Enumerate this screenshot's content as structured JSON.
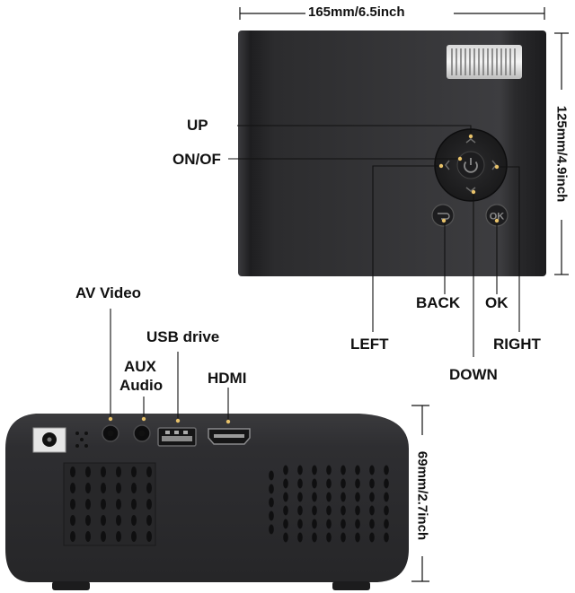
{
  "top_view": {
    "width_label": "165mm/6.5inch",
    "depth_label": "125mm/4.9inch",
    "buttons": {
      "up": "UP",
      "power": "ON/OF",
      "left": "LEFT",
      "down": "DOWN",
      "right": "RIGHT",
      "back": "BACK",
      "ok": "OK"
    }
  },
  "rear_view": {
    "height_label": "69mm/2.7inch",
    "ports": {
      "av_video": "AV Video",
      "aux_line1": "AUX",
      "aux_line2": "Audio",
      "usb": "USB drive",
      "hdmi": "HDMI"
    }
  },
  "colors": {
    "body_dark": "#2a2a2c",
    "body_mid": "#3a3a3d",
    "callout_dot": "#e8c26a",
    "line": "#111111"
  },
  "icons": {
    "power_button": "power-icon",
    "back_button": "back-arrow-icon",
    "ok_button": "ok-icon"
  }
}
